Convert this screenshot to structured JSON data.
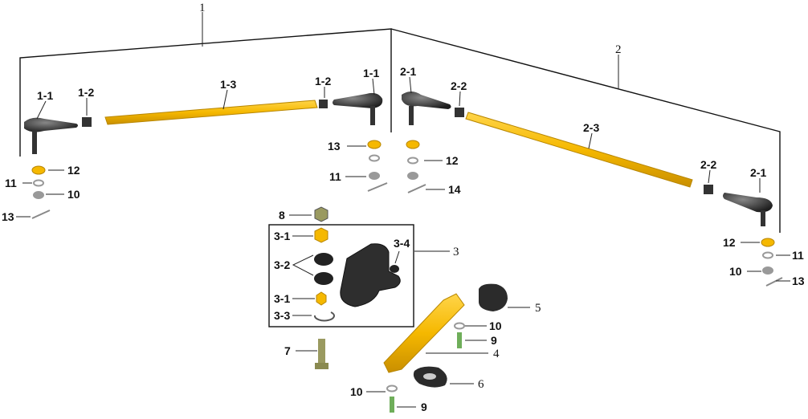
{
  "colors": {
    "rod": "#f5b800",
    "rod_dark": "#b88600",
    "metal": "#9a9a9a",
    "rubber": "#222222",
    "bolt": "#6fae5a"
  },
  "labels": {
    "group_1": "1",
    "group_2": "2",
    "group_3": "3",
    "l_1_1a": "1-1",
    "l_1_2a": "1-2",
    "l_1_3": "1-3",
    "l_1_2b": "1-2",
    "l_1_1b": "1-1",
    "l_2_1a": "2-1",
    "l_2_2a": "2-2",
    "l_2_3": "2-3",
    "l_2_2b": "2-2",
    "l_2_1b": "2-1",
    "l_12a": "12",
    "l_11a": "11",
    "l_10a": "10",
    "l_13a": "13",
    "l_13b": "13",
    "l_11b": "11",
    "l_12b": "12",
    "l_14": "14",
    "l_12c": "12",
    "l_11c": "11",
    "l_10c": "10",
    "l_13c": "13",
    "l_8": "8",
    "l_3_1a": "3-1",
    "l_3_2": "3-2",
    "l_3_1b": "3-1",
    "l_3_3": "3-3",
    "l_3_4": "3-4",
    "l_7": "7",
    "l_5": "5",
    "l_10d": "10",
    "l_9a": "9",
    "l_4": "4",
    "l_6": "6",
    "l_10e": "10",
    "l_9b": "9"
  }
}
